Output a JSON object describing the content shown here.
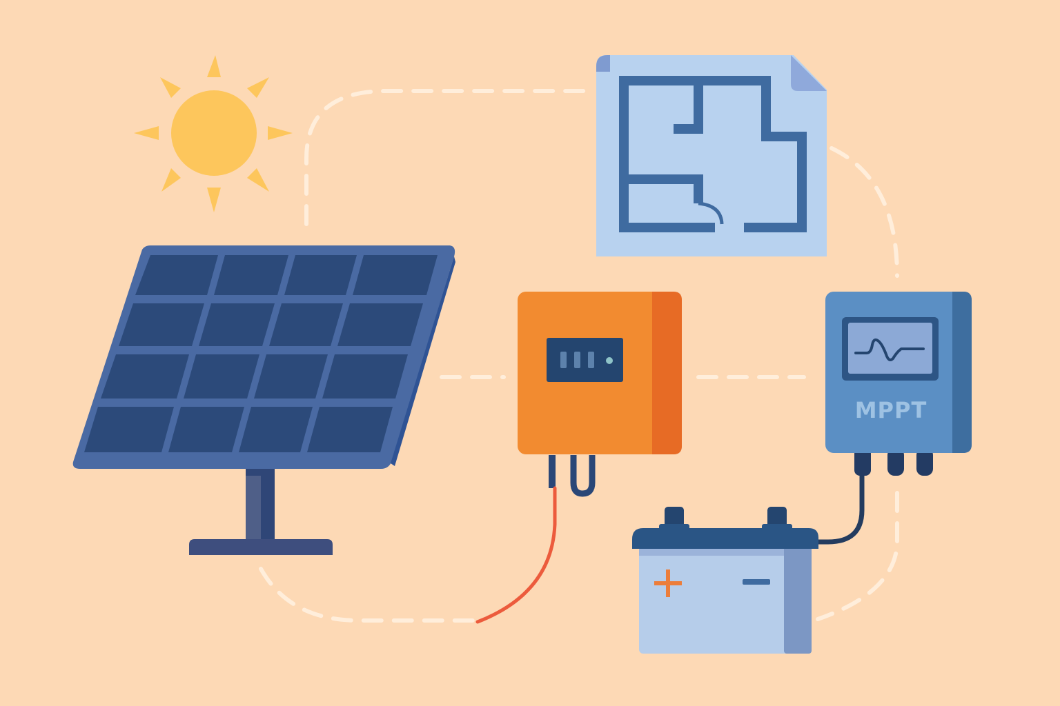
{
  "diagram": {
    "type": "solar-power-system-illustration",
    "components": [
      {
        "id": "sun",
        "label": "Sun"
      },
      {
        "id": "solar-panel",
        "label": "Solar panel (4x4 cells)"
      },
      {
        "id": "floor-plan",
        "label": "Floor plan blueprint"
      },
      {
        "id": "inverter",
        "label": "Inverter / charge unit"
      },
      {
        "id": "mppt-controller",
        "label": "MPPT"
      },
      {
        "id": "battery",
        "label": "Battery",
        "terminals": [
          "+",
          "-"
        ]
      }
    ],
    "connections": [
      {
        "from": "solar-panel",
        "to": "floor-plan",
        "style": "dashed"
      },
      {
        "from": "floor-plan",
        "to": "mppt-controller",
        "style": "dashed"
      },
      {
        "from": "solar-panel",
        "to": "inverter",
        "style": "dashed"
      },
      {
        "from": "inverter",
        "to": "mppt-controller",
        "style": "dashed"
      },
      {
        "from": "solar-panel",
        "to": "inverter",
        "style": "red-cable"
      },
      {
        "from": "mppt-controller",
        "to": "battery",
        "style": "dark-cable"
      },
      {
        "from": "mppt-controller",
        "to": "battery",
        "style": "dashed"
      }
    ]
  },
  "mppt": {
    "label": "MPPT"
  },
  "battery": {
    "plus": "+",
    "minus": "−"
  },
  "colors": {
    "background": "#fdd9b5",
    "sun": "#fdc65c",
    "panel_frame": "#4a6aa3",
    "panel_cell": "#2c4a7a",
    "inverter": "#f28b30",
    "inverter_side": "#e76b25",
    "mppt": "#5b8fc4",
    "mppt_side": "#3e6e9f",
    "blueprint": "#b8d2ef",
    "blueprint_lines": "#3f6ba0",
    "battery_body": "#b6cdea",
    "battery_top": "#2a5585",
    "cable_red": "#ec5b3c",
    "cable_dark": "#243c5f",
    "dashes": "#fff0e0"
  }
}
